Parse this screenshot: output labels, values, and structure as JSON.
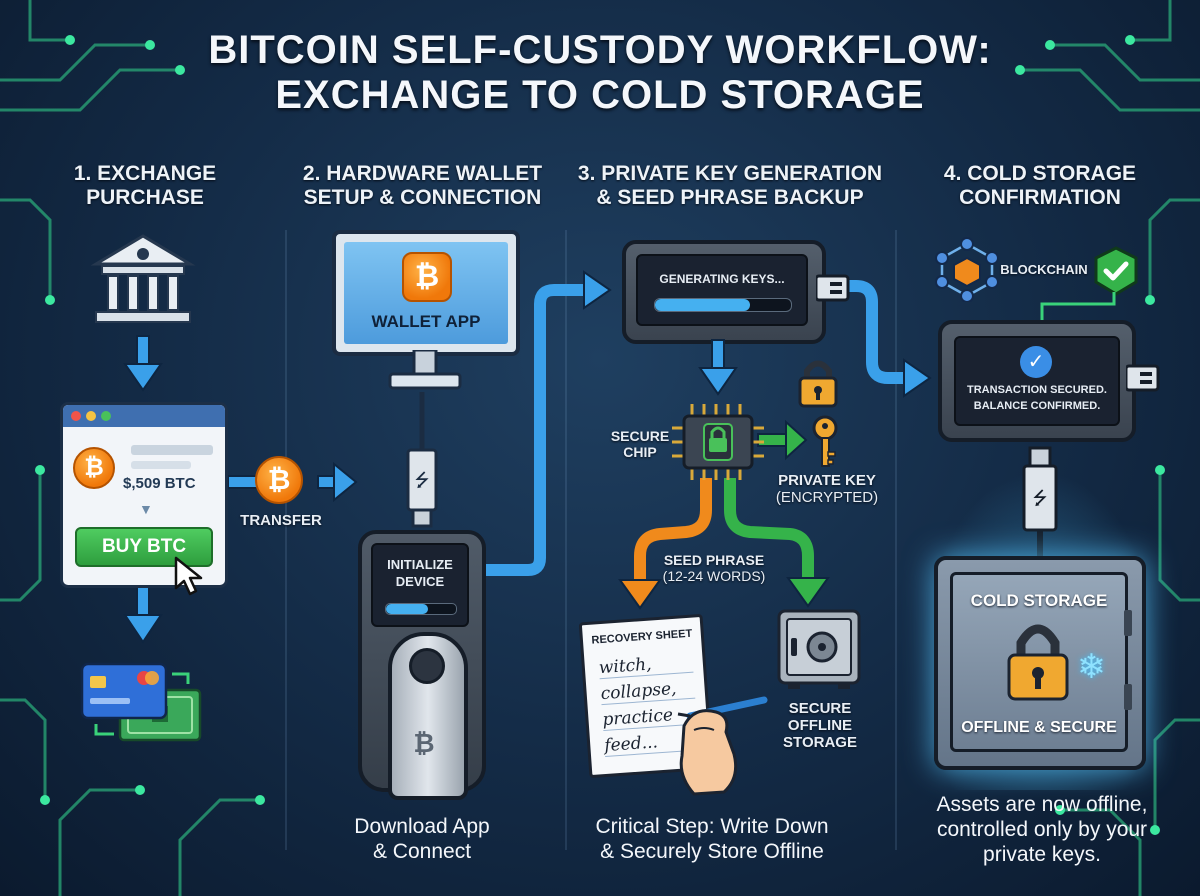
{
  "title": {
    "line1": "BITCOIN SELF-CUSTODY WORKFLOW:",
    "line2": "EXCHANGE TO COLD STORAGE"
  },
  "columns": [
    {
      "line1": "1. EXCHANGE",
      "line2": "PURCHASE"
    },
    {
      "line1": "2. HARDWARE WALLET",
      "line2": "SETUP & CONNECTION"
    },
    {
      "line1": "3. PRIVATE KEY GENERATION",
      "line2": "& SEED PHRASE BACKUP"
    },
    {
      "line1": "4. COLD STORAGE",
      "line2": "CONFIRMATION"
    }
  ],
  "exchange": {
    "amount": "$,509 BTC",
    "buy_button": "BUY BTC",
    "transfer_label": "TRANSFER"
  },
  "wallet": {
    "monitor_label": "WALLET APP",
    "device_line1": "INITIALIZE",
    "device_line2": "DEVICE",
    "caption_line1": "Download App",
    "caption_line2": "& Connect"
  },
  "keys": {
    "screen_text": "GENERATING KEYS...",
    "chip_line1": "SECURE",
    "chip_line2": "CHIP",
    "private_key_line1": "PRIVATE KEY",
    "private_key_line2": "(ENCRYPTED)",
    "seed_line1": "SEED PHRASE",
    "seed_line2": "(12-24 WORDS)",
    "sheet_title": "RECOVERY SHEET",
    "sheet_words": [
      "witch,",
      "collapse,",
      "practice",
      "feed..."
    ],
    "safe_line1": "SECURE",
    "safe_line2": "OFFLINE",
    "safe_line3": "STORAGE",
    "caption_line1": "Critical Step: Write Down",
    "caption_line2": "& Securely Store Offline"
  },
  "cold": {
    "blockchain_label": "BLOCKCHAIN",
    "screen_line1": "TRANSACTION SECURED.",
    "screen_line2": "BALANCE CONFIRMED.",
    "vault_title": "COLD STORAGE",
    "vault_status": "OFFLINE & SECURE",
    "caption_line1": "Assets are now offline,",
    "caption_line2": "controlled only by your",
    "caption_line3": "private keys."
  },
  "colors": {
    "accent_blue": "#3aa0ea",
    "accent_green": "#35b34a",
    "accent_orange": "#f08a1c",
    "circuit_green": "#2fd48a",
    "background": "#132a45"
  },
  "icons": [
    "bank-icon",
    "bitcoin-icon",
    "cursor-icon",
    "credit-card-icon",
    "cash-icon",
    "usb-plug-icon",
    "chip-icon",
    "padlock-icon",
    "key-icon",
    "safe-icon",
    "hand-pen-icon",
    "blockchain-cube-icon",
    "check-shield-icon",
    "snowflake-icon"
  ]
}
